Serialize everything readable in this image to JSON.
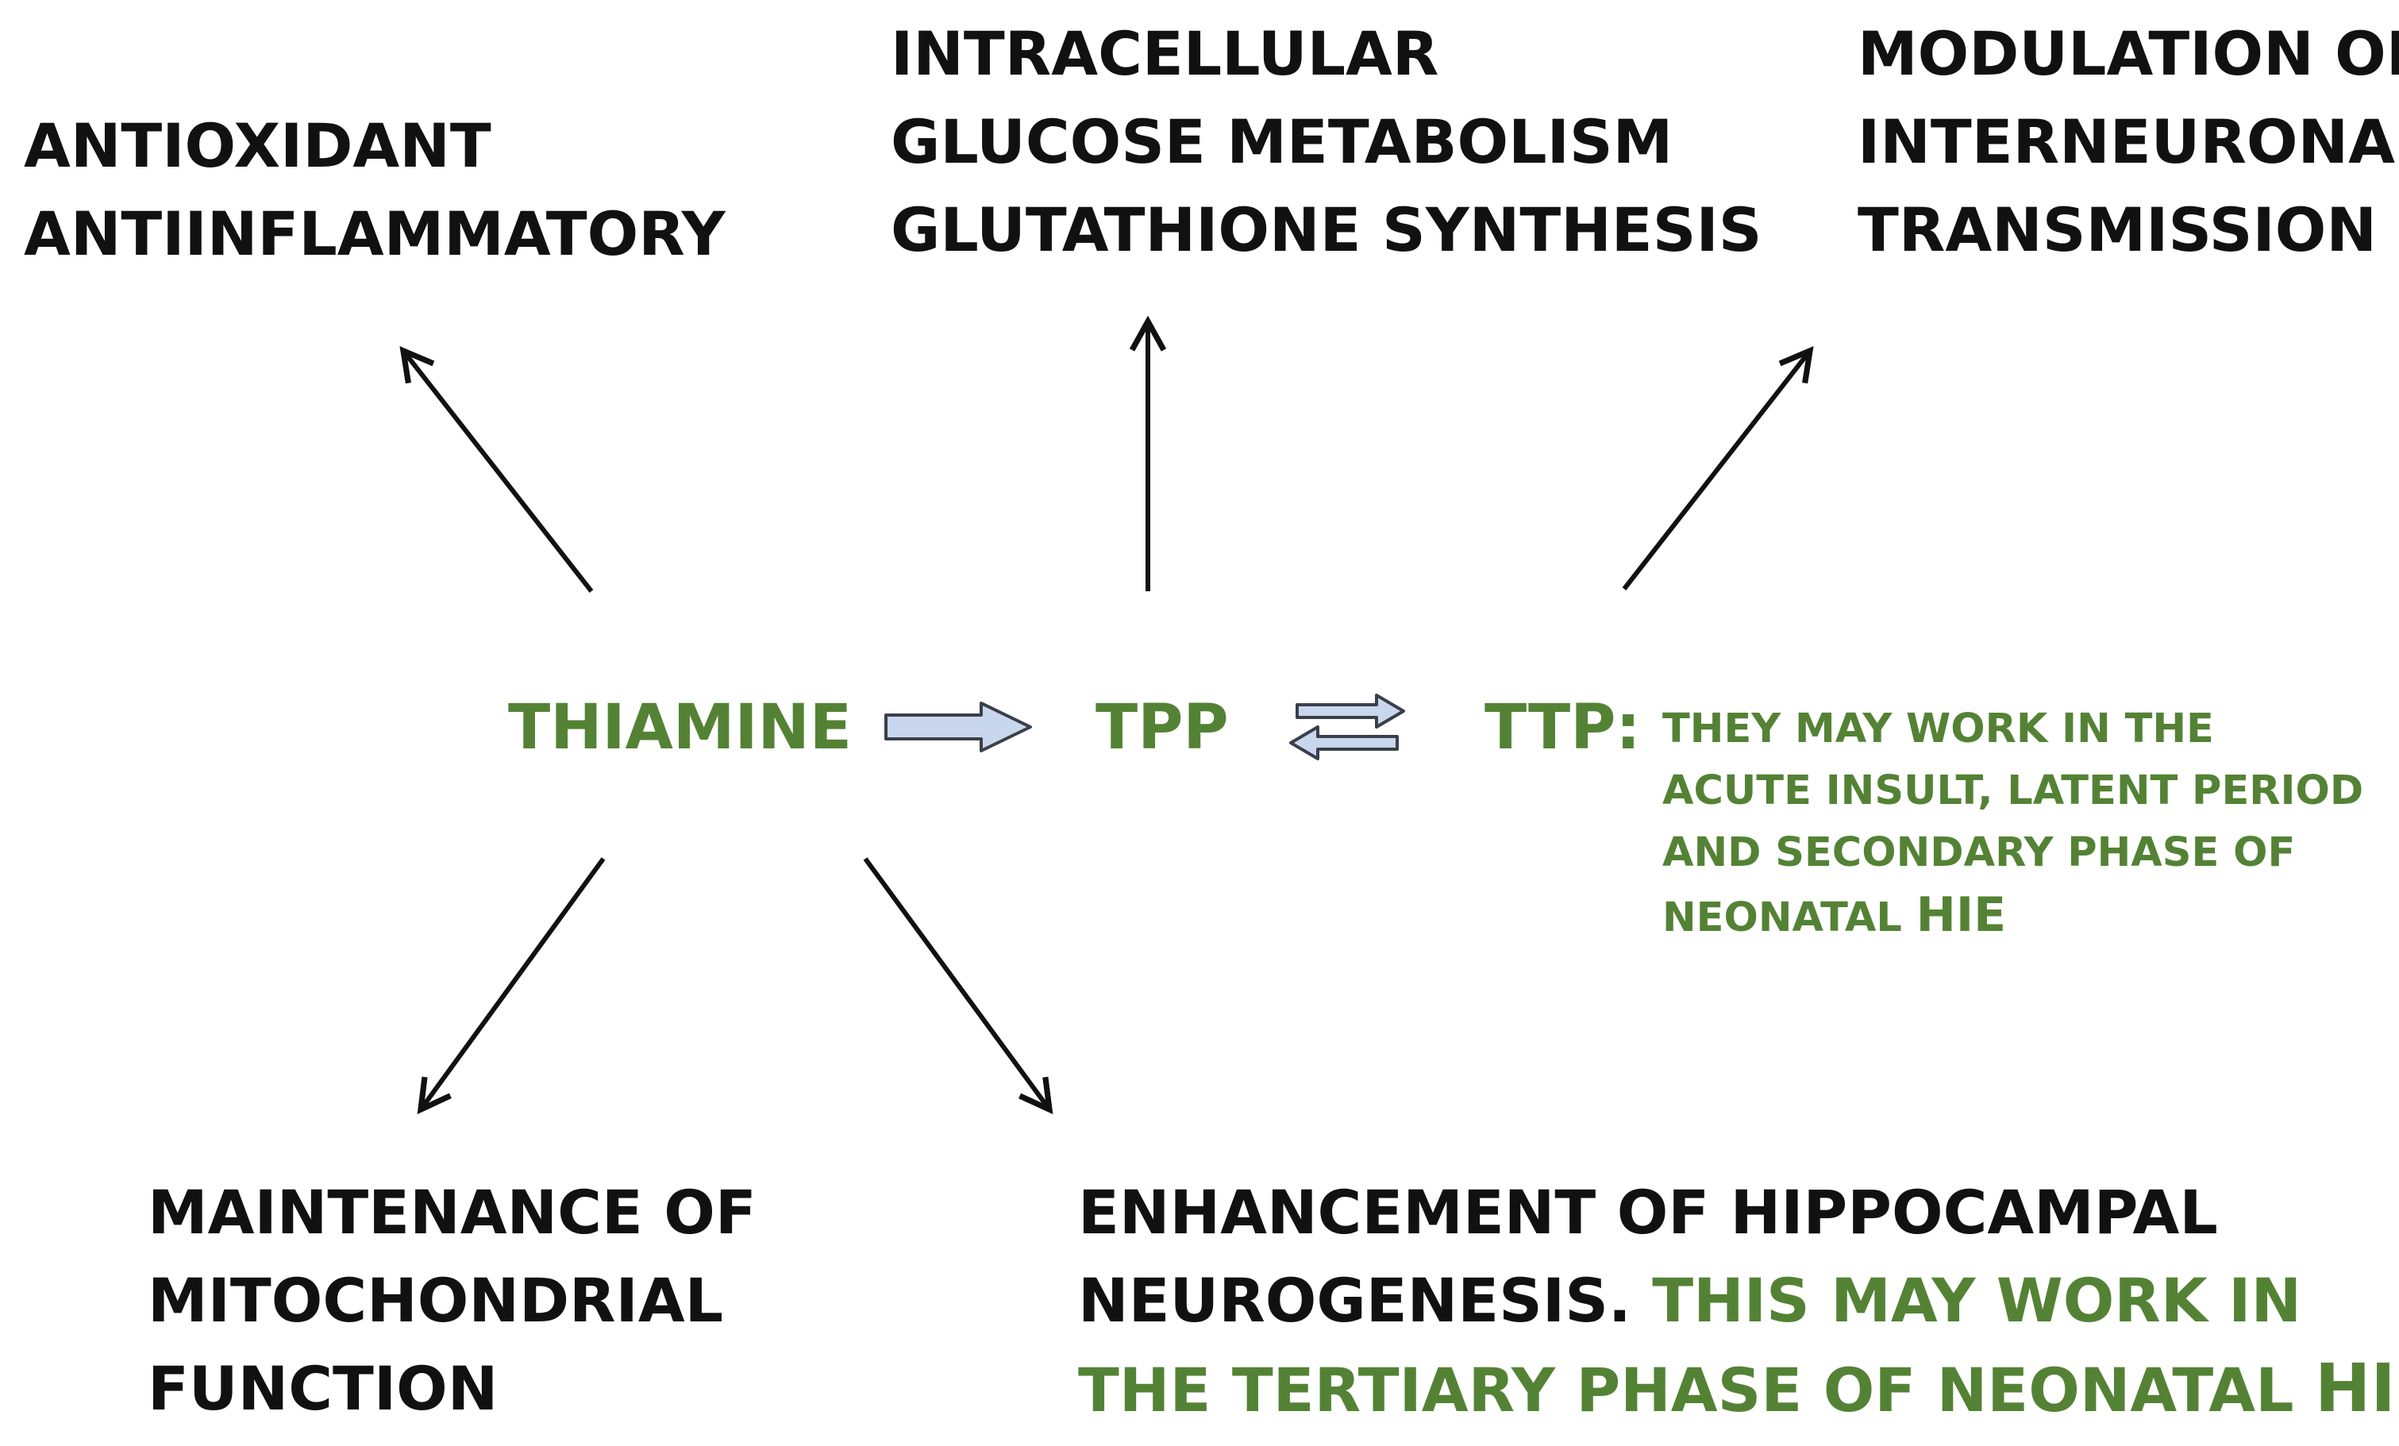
{
  "colors": {
    "text": "#111111",
    "green": "#548235",
    "arrow": "#111111",
    "block_arrow_fill": "#c9d7ee",
    "block_arrow_stroke": "#3a3f4a"
  },
  "effects": {
    "top_left": [
      "ANTIOXIDANT",
      "ANTIINFLAMMATORY"
    ],
    "top_center": [
      "INTRACELLULAR",
      "GLUCOSE METABOLISM",
      "GLUTATHIONE SYNTHESIS"
    ],
    "top_right": [
      "MODULATION OF",
      "INTERNEURONAL",
      "TRANSMISSION"
    ],
    "bottom_left": [
      "MAINTENANCE OF",
      "MITOCHONDRIAL",
      "FUNCTION"
    ],
    "bottom_right": {
      "line1": "ENHANCEMENT OF HIPPOCAMPAL",
      "line2_black": "NEUROGENESIS.",
      "line2_green": "THIS MAY WORK IN",
      "line3_green": "THE TERTIARY PHASE OF NEONATAL",
      "line3_hie": "HIE"
    }
  },
  "molecules": {
    "thiamine": "THIAMINE",
    "tpp": "TPP",
    "ttp": "TTP:"
  },
  "ttp_note": {
    "lines": [
      "THEY MAY WORK IN THE",
      "ACUTE INSULT, LATENT PERIOD",
      "AND SECONDARY PHASE OF"
    ],
    "last_line": "NEONATAL",
    "last_hie": "HIE"
  }
}
